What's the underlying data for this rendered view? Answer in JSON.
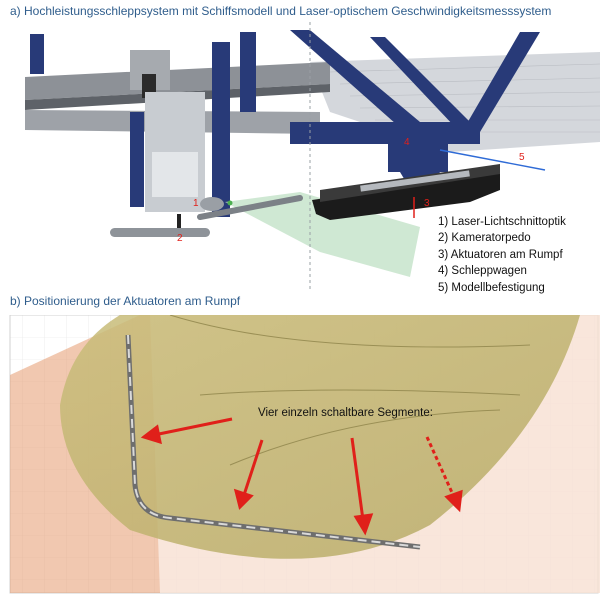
{
  "panel_a": {
    "caption": "a)  Hochleistungsschleppsystem mit Schiffsmodell und Laser-optischem Geschwindigkeitsmesssystem",
    "markers": [
      "1",
      "2",
      "3",
      "4",
      "5"
    ],
    "legend": [
      "1)  Laser-Lichtschnittoptik",
      "2)  Kameratorpedo",
      "3)  Aktuatoren am Rumpf",
      "4)  Schleppwagen",
      "5)  Modellbefestigung"
    ]
  },
  "panel_b": {
    "caption": "b)  Positionierung der Aktuatoren am Rumpf",
    "annotation": "Vier einzeln schaltbare Segmente:"
  },
  "colors": {
    "frame_blue": "#283a78",
    "caption_blue": "#2f5d8c",
    "arrow_red": "#e0201a",
    "hull_tan": "#c9bd7a",
    "hull_orange": "#e69a6f",
    "laser_green": "#bfe0c4"
  }
}
